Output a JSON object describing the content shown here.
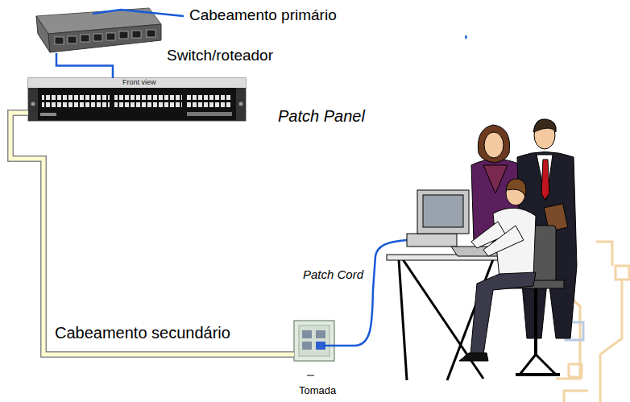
{
  "diagram": {
    "nodes": [
      {
        "text": [
          "Switch/roteador"
        ]
      },
      {
        "text": [
          "Front view",
          "Patch Panel"
        ]
      },
      {
        "text": [
          "Tomada"
        ]
      }
    ],
    "edges": [
      {
        "from": 0,
        "to": 1,
        "arrow": "none"
      },
      {
        "from": 1,
        "to": 2,
        "label": "Cabeamento secundário",
        "arrow": "none"
      }
    ],
    "labels": [
      "Cabeamento primário",
      "Patch Cord"
    ]
  }
}
